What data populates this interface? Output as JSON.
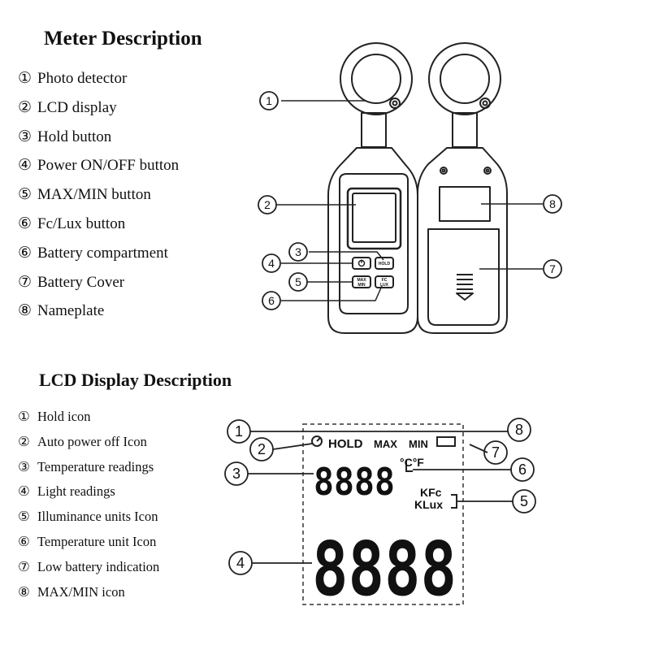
{
  "meter": {
    "title": "Meter Description",
    "items": [
      {
        "num": "①",
        "text": "Photo detector"
      },
      {
        "num": "②",
        "text": "LCD display"
      },
      {
        "num": "③",
        "text": "Hold button"
      },
      {
        "num": "④",
        "text": "Power ON/OFF button"
      },
      {
        "num": "⑤",
        "text": "MAX/MIN button"
      },
      {
        "num": "⑥",
        "text": "Fc/Lux button"
      },
      {
        "num": "⑥",
        "text": "Battery compartment"
      },
      {
        "num": "⑦",
        "text": "Battery Cover"
      },
      {
        "num": "⑧",
        "text": "Nameplate"
      }
    ],
    "callouts": [
      "1",
      "2",
      "3",
      "4",
      "5",
      "6",
      "7",
      "8"
    ],
    "buttons": {
      "hold": "HOLD",
      "max_min": [
        "MAX",
        "MIN"
      ],
      "fc_lux": [
        "FC",
        "LUX"
      ]
    }
  },
  "lcd": {
    "title": "LCD Display Description",
    "items": [
      {
        "num": "①",
        "text": "Hold icon"
      },
      {
        "num": "②",
        "text": "Auto power off Icon"
      },
      {
        "num": "③",
        "text": "Temperature readings"
      },
      {
        "num": "④",
        "text": "Light readings"
      },
      {
        "num": "⑤",
        "text": "Illuminance units Icon"
      },
      {
        "num": "⑥",
        "text": "Temperature unit Icon"
      },
      {
        "num": "⑦",
        "text": "Low battery indication"
      },
      {
        "num": "⑧",
        "text": "MAX/MIN icon"
      }
    ],
    "callouts": [
      "1",
      "2",
      "3",
      "4",
      "5",
      "6",
      "7",
      "8"
    ],
    "segments": {
      "hold": "HOLD",
      "max": "MAX",
      "min": "MIN",
      "temp_digits": "8888",
      "temp_unit": "°C°F",
      "unit_kfc": "KFc",
      "unit_klux": "KLux",
      "light_digits": "8888"
    }
  }
}
